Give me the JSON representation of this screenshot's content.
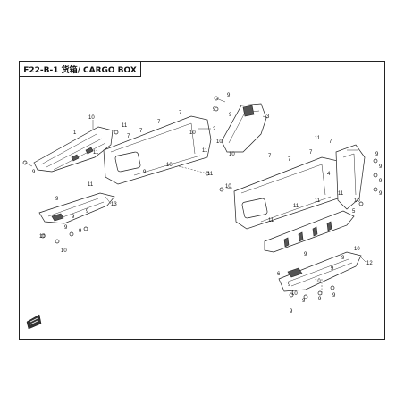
{
  "title": "F22-B-1 货箱/ CARGO BOX",
  "callouts": {
    "c1": "10",
    "c2": "1",
    "c3": "11",
    "c4": "11",
    "c5": "9",
    "c6": "7",
    "c7": "7",
    "c8": "7",
    "c9": "7",
    "c10": "10",
    "c11": "9",
    "c12": "11",
    "c13": "2",
    "c14": "11",
    "c15": "10",
    "c16": "9",
    "c17": "9",
    "c18": "9",
    "c19": "3",
    "c20": "10",
    "c21": "10",
    "c22": "11",
    "c23": "13",
    "c24": "9",
    "c25": "9",
    "c26": "9",
    "c27": "9",
    "c28": "9",
    "c29": "10",
    "c30": "10",
    "c31": "11",
    "c32": "7",
    "c33": "7",
    "c34": "7",
    "c35": "7",
    "c36": "4",
    "c37": "9",
    "c38": "9",
    "c39": "9",
    "c40": "9",
    "c41": "10",
    "c42": "10",
    "c43": "11",
    "c44": "11",
    "c45": "5",
    "c46": "11",
    "c47": "11",
    "c48": "9",
    "c49": "10",
    "c50": "9",
    "c51": "12",
    "c52": "9",
    "c53": "10",
    "c54": "6",
    "c55": "9",
    "c56": "9",
    "c57": "9",
    "c58": "9",
    "c59": "10",
    "c60": "9"
  }
}
